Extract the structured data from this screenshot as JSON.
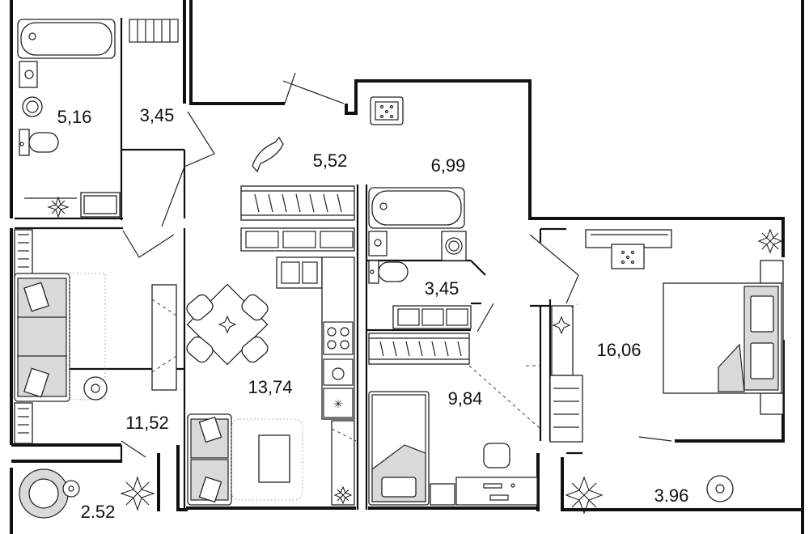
{
  "rooms": {
    "bathroom_1": "5,16",
    "closet_1": "3,45",
    "hall": "5,52",
    "corridor": "6,99",
    "bathroom_2": "3,45",
    "living_room": "11,52",
    "kitchen": "13,74",
    "kids_room": "9,84",
    "bedroom": "16,06",
    "balcony_1": "2.52",
    "balcony_2": "3.96"
  }
}
